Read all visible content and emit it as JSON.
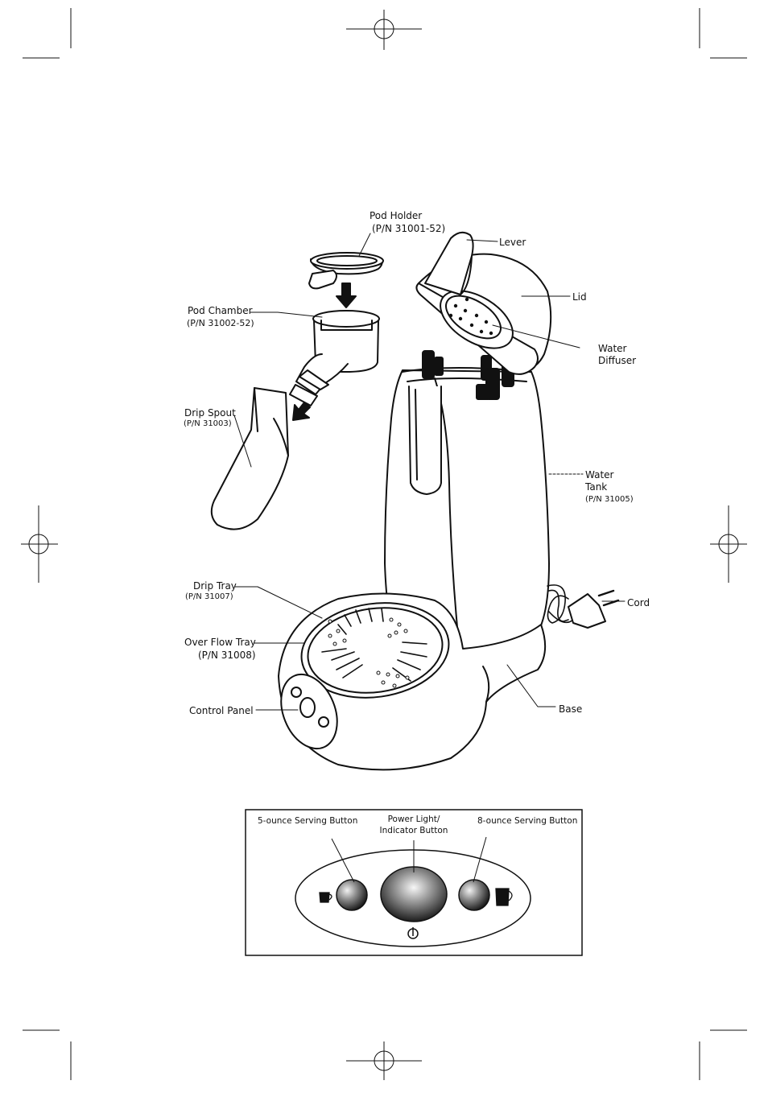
{
  "labels": {
    "pod_holder": "Pod Holder",
    "pod_holder_pn": "(P/N 31001-52)",
    "lever": "Lever",
    "lid": "Lid",
    "pod_chamber": "Pod Chamber",
    "pod_chamber_pn": "(P/N 31002-52)",
    "water_diffuser_1": "Water",
    "water_diffuser_2": "Diffuser",
    "drip_spout": "Drip Spout",
    "drip_spout_pn": "(P/N 31003)",
    "water_tank_1": "Water",
    "water_tank_2": "Tank",
    "water_tank_pn": "(P/N 31005)",
    "drip_tray": "Drip Tray",
    "drip_tray_pn": "(P/N 31007)",
    "cord": "Cord",
    "over_flow_tray": "Over Flow Tray",
    "over_flow_tray_pn": "(P/N 31008)",
    "control_panel": "Control Panel",
    "base": "Base"
  },
  "panel": {
    "five_ounce": "5-ounce Serving Button",
    "power_1": "Power Light/",
    "power_2": "Indicator Button",
    "eight_ounce": "8-ounce Serving Button"
  }
}
